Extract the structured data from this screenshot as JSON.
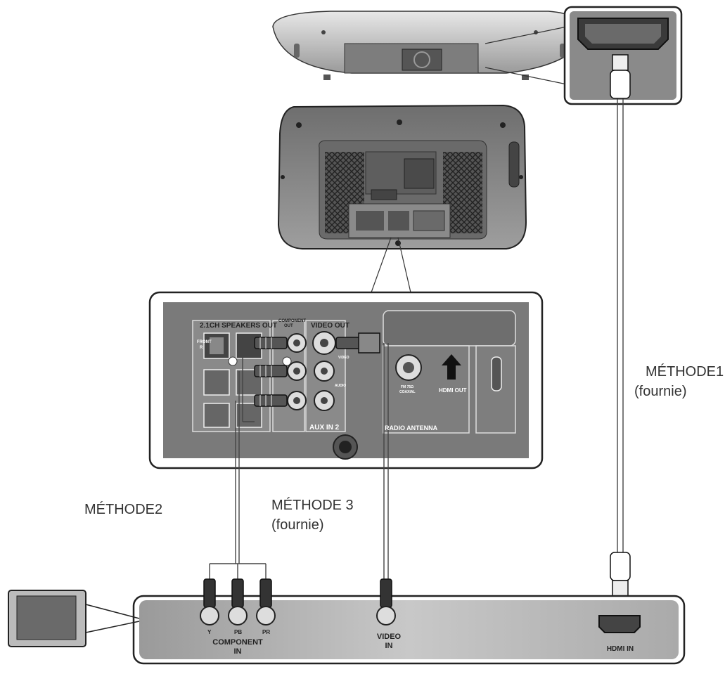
{
  "labels": {
    "method1": "MÉTHODE1",
    "method1_sub": "(fournie)",
    "method2": "MÉTHODE2",
    "method3": "MÉTHODE 3",
    "method3_sub": "(fournie)"
  },
  "panel": {
    "speakers_out": "2.1CH SPEAKERS OUT",
    "component_out_l1": "COMPONENT",
    "component_out_l2": "OUT",
    "video_out": "VIDEO OUT",
    "front": "FRONT",
    "front_r": "R",
    "video": "VIDEO",
    "audio": "AUDIO",
    "aux_in_2": "AUX IN 2",
    "fm_l1": "FM 75Ω",
    "fm_l2": "COAXIAL",
    "hdmi_out": "HDMI OUT",
    "radio_antenna": "RADIO ANTENNA"
  },
  "tv": {
    "y": "Y",
    "pb": "PB",
    "pr": "PR",
    "component_in_l1": "COMPONENT",
    "component_in_l2": "IN",
    "video_in_l1": "VIDEO",
    "video_in_l2": "IN",
    "hdmi_in": "HDMI IN"
  },
  "colors": {
    "panel_fill": "#7a7a7a",
    "device_fill": "#8c8c8c",
    "outline": "#222222"
  }
}
